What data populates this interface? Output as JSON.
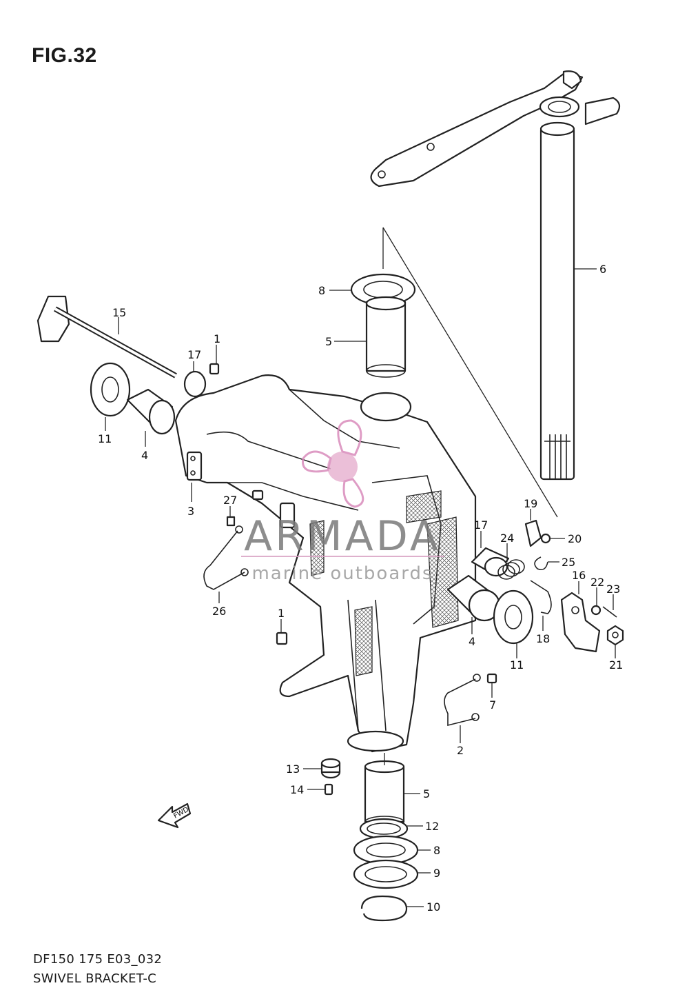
{
  "figure": {
    "title": "FIG.32",
    "code": "DF150 175 E03_032",
    "name": "SWIVEL BRACKET-C"
  },
  "watermark": {
    "brand": "ARMADA",
    "tagline": "marine outboards",
    "color": "#d9a3c4"
  },
  "fwd_arrow_label": "FWD",
  "callouts": [
    {
      "id": "c6",
      "label": "6"
    },
    {
      "id": "c8a",
      "label": "8"
    },
    {
      "id": "c5a",
      "label": "5"
    },
    {
      "id": "c15",
      "label": "15"
    },
    {
      "id": "c17a",
      "label": "17"
    },
    {
      "id": "c1a",
      "label": "1"
    },
    {
      "id": "c11a",
      "label": "11"
    },
    {
      "id": "c4a",
      "label": "4"
    },
    {
      "id": "c3",
      "label": "3"
    },
    {
      "id": "c27",
      "label": "27"
    },
    {
      "id": "c26",
      "label": "26"
    },
    {
      "id": "c1b",
      "label": "1"
    },
    {
      "id": "c19",
      "label": "19"
    },
    {
      "id": "c20",
      "label": "20"
    },
    {
      "id": "c17b",
      "label": "17"
    },
    {
      "id": "c24",
      "label": "24"
    },
    {
      "id": "c25",
      "label": "25"
    },
    {
      "id": "c16",
      "label": "16"
    },
    {
      "id": "c22",
      "label": "22"
    },
    {
      "id": "c23",
      "label": "23"
    },
    {
      "id": "c18",
      "label": "18"
    },
    {
      "id": "c4b",
      "label": "4"
    },
    {
      "id": "c11b",
      "label": "11"
    },
    {
      "id": "c21",
      "label": "21"
    },
    {
      "id": "c7",
      "label": "7"
    },
    {
      "id": "c2",
      "label": "2"
    },
    {
      "id": "c13",
      "label": "13"
    },
    {
      "id": "c14",
      "label": "14"
    },
    {
      "id": "c5b",
      "label": "5"
    },
    {
      "id": "c12",
      "label": "12"
    },
    {
      "id": "c8b",
      "label": "8"
    },
    {
      "id": "c9",
      "label": "9"
    },
    {
      "id": "c10",
      "label": "10"
    }
  ]
}
